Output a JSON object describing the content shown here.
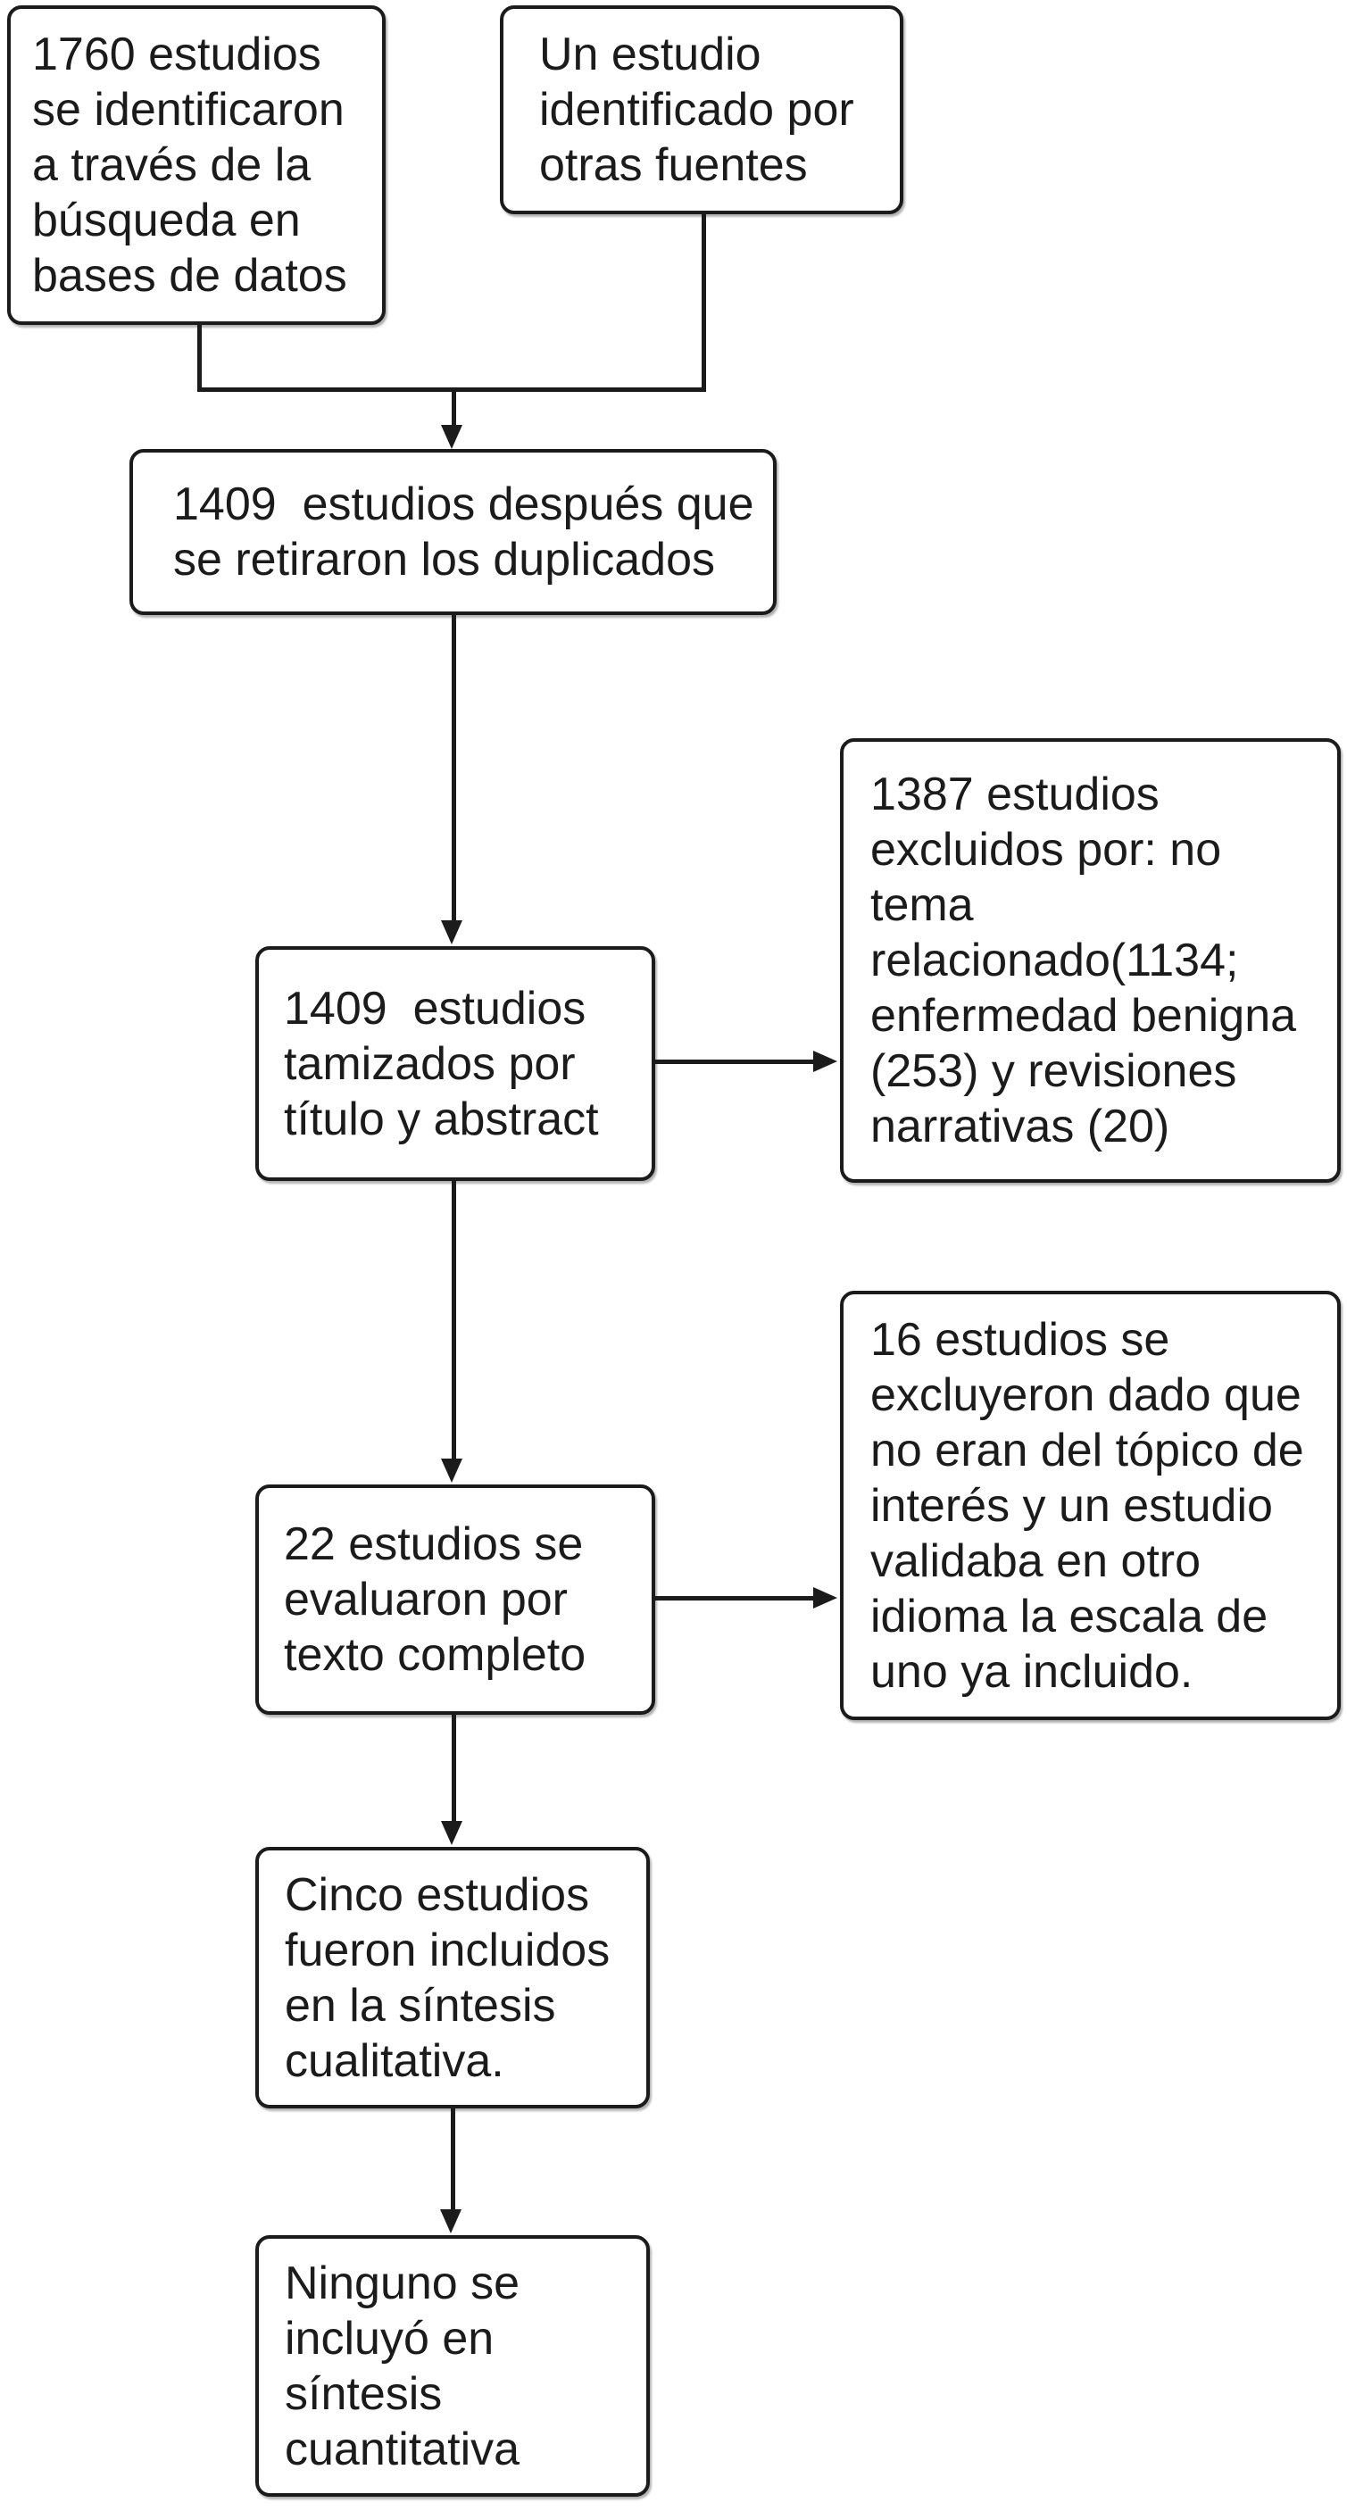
{
  "figure": {
    "type": "flow-diagram",
    "colors": {
      "background": "#ffffff",
      "border": "#1b1b1b",
      "text": "#1b1b1b",
      "line": "#1b1b1b"
    },
    "boxes": {
      "identified_databases": {
        "text": "1760 estudios\nse identificaron\na través de la\nbúsqueda en\nbases de datos"
      },
      "identified_other_sources": {
        "text": "Un estudio\nidentificado por\notras fuentes"
      },
      "after_duplicates_removed": {
        "text": "1409  estudios después que\nse retiraron los duplicados"
      },
      "screened_title_abstract": {
        "text": "1409  estudios\ntamizados por\ntítulo y abstract"
      },
      "excluded_screening": {
        "text": "1387 estudios\nexcluidos por: no\ntema\nrelacionado(1134;\nenfermedad benigna\n(253) y revisiones\nnarrativas (20)"
      },
      "fulltext_assessed": {
        "text": "22 estudios se\nevaluaron por\ntexto completo"
      },
      "excluded_fulltext": {
        "text": "16 estudios se\nexcluyeron dado que\nno eran del tópico de\ninterés y un estudio\nvalidaba en otro\nidioma la escala de\nuno ya incluido."
      },
      "included_qualitative": {
        "text": "Cinco estudios\nfueron incluidos\nen la síntesis\ncualitativa."
      },
      "included_quantitative": {
        "text": "Ninguno se\nincluyó en\nsíntesis\ncuantitativa"
      }
    }
  }
}
